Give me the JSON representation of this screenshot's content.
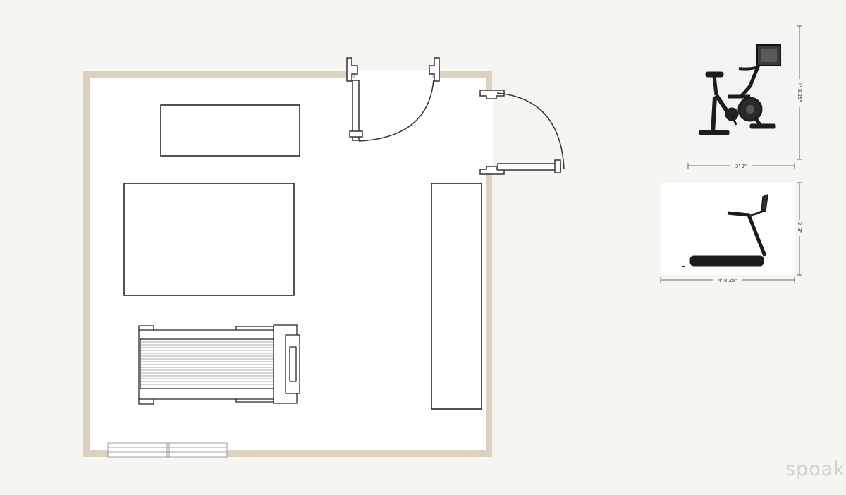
{
  "colors": {
    "background": "#f6f5f2",
    "wall": "#ddd1c0",
    "floor": "#ffffff",
    "line": "#1a1a1a",
    "door": "#333333",
    "equipment": "#1c1c1c",
    "screen": "#3c3c3c",
    "watermark": "#d3d0ca"
  },
  "icons": {
    "bike": "stationary-bike-icon",
    "treadmill": "treadmill-icon"
  },
  "dimensions": {
    "bike_height": "4' 8.25\"",
    "bike_width": "3' 9\"",
    "treadmill_height": "3' 3\"",
    "treadmill_width": "4' 8.25\""
  },
  "watermark": "spoak."
}
